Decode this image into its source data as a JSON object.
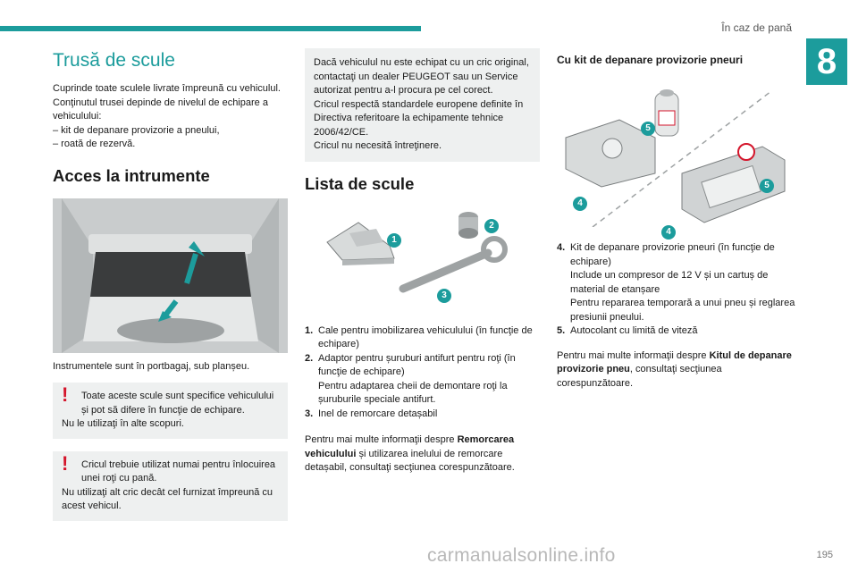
{
  "header": {
    "running_title": "În caz de pană",
    "chapter": "8",
    "page": "195"
  },
  "watermark": "carmanualsonline.info",
  "col1": {
    "title": "Trusă de scule",
    "intro": [
      "Cuprinde toate sculele livrate împreună cu vehiculul.",
      "Conţinutul trusei depinde de nivelul de echipare a vehiculului:",
      "–  kit de depanare provizorie a pneului,",
      "–  roată de rezervă."
    ],
    "h_access": "Acces la intrumente",
    "caption": "Instrumentele sunt în portbagaj, sub planșeu.",
    "warning1": {
      "first": "Toate aceste scule sunt specifice vehiculului și pot să difere în funcţie de echipare.",
      "second": "Nu le utilizaţi în alte scopuri."
    },
    "warning2": {
      "first": "Cricul trebuie utilizat numai pentru înlocuirea unei roţi cu pană.",
      "second": "Nu utilizaţi alt cric decât cel furnizat împreună cu acest vehicul."
    }
  },
  "col2": {
    "info": [
      "Dacă vehiculul nu este echipat cu un cric original, contactaţi un dealer PEUGEOT sau un Service autorizat pentru a-l procura pe cel corect.",
      "Cricul respectă standardele europene definite în Directiva referitoare la echipamente tehnice 2006/42/CE.",
      "Cricul nu necesită întreţinere."
    ],
    "h_list": "Lista de scule",
    "items": [
      {
        "n": "1.",
        "lines": [
          "Cale pentru imobilizarea vehiculului (în funcţie de echipare)"
        ]
      },
      {
        "n": "2.",
        "lines": [
          "Adaptor pentru șuruburi antifurt pentru roţi (în funcţie de echipare)",
          "Pentru adaptarea cheii de demontare roţi la șuruburile speciale antifurt."
        ]
      },
      {
        "n": "3.",
        "lines": [
          "Inel de remorcare detașabil"
        ]
      }
    ],
    "more_pre": "Pentru mai multe informaţii despre ",
    "more_bold": "Remorcarea vehiculului",
    "more_post": " și utilizarea inelului de remorcare detașabil, consultaţi secţiunea corespunzătoare."
  },
  "col3": {
    "h_kit": "Cu kit de depanare provizorie pneuri",
    "items": [
      {
        "n": "4.",
        "lines": [
          "Kit de depanare provizorie pneuri (în funcţie de echipare)",
          "Include un compresor de 12 V și un cartuș de material de etanșare",
          "Pentru repararea temporară a unui pneu și reglarea presiunii pneului."
        ]
      },
      {
        "n": "5.",
        "lines": [
          "Autocolant cu limită de viteză"
        ]
      }
    ],
    "more_pre": "Pentru mai multe informaţii despre ",
    "more_bold": "Kitul de depanare provizorie pneu",
    "more_post": ", consultaţi secţiunea corespunzătoare."
  },
  "badges": {
    "b1": "1",
    "b2": "2",
    "b3": "3",
    "b4": "4",
    "b5": "5"
  },
  "colors": {
    "accent": "#1c9c9c",
    "warning": "#d4152b",
    "box": "#eef0f0"
  }
}
